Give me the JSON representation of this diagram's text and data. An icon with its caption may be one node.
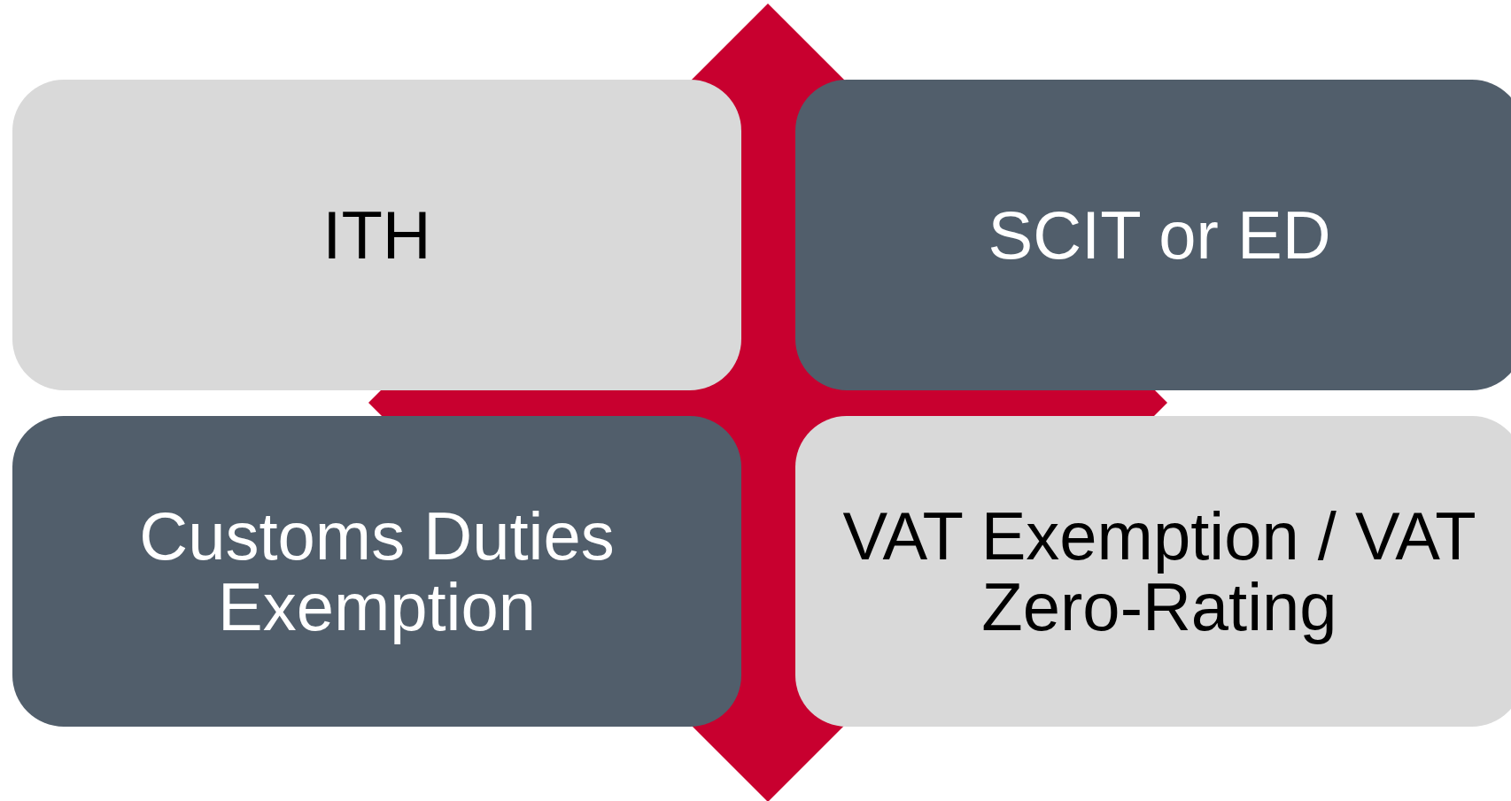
{
  "diagram": {
    "nodes": [
      {
        "text": [
          "ITH"
        ]
      },
      {
        "text": [
          "SCIT or ED"
        ]
      },
      {
        "text": [
          "Customs Duties Exemption"
        ]
      },
      {
        "text": [
          "VAT Exemption / VAT Zero-Rating"
        ]
      }
    ]
  }
}
